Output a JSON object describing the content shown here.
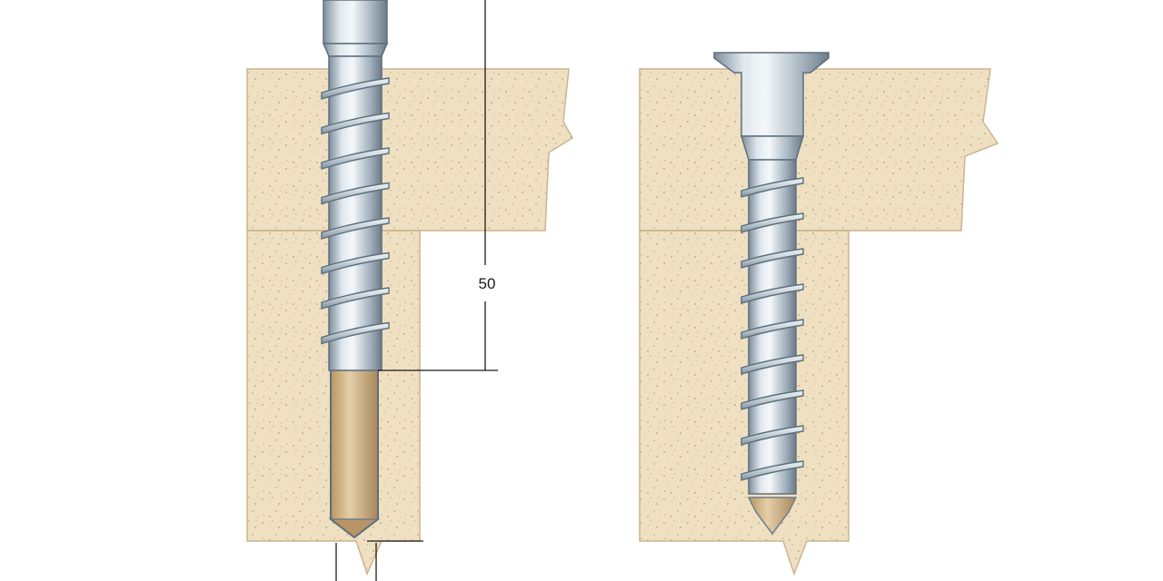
{
  "dimension": {
    "label": "50"
  },
  "colors": {
    "concrete_fill": "#efe0c2",
    "concrete_edge": "#cdb48e",
    "concrete_speckle": "#b9a17c",
    "metal_light": "#e4ebf0",
    "metal_mid": "#aab7c2",
    "metal_dark": "#6e7f8d",
    "thread": "#c7d2da",
    "drill_tip_light": "#dcc49b",
    "drill_tip_dark": "#a88856",
    "dim_line": "#1a1a1a"
  },
  "figures": [
    {
      "id": "left",
      "description_key": "anchor-screw-being-installed"
    },
    {
      "id": "right",
      "description_key": "countersunk-concrete-screw-installed"
    }
  ]
}
